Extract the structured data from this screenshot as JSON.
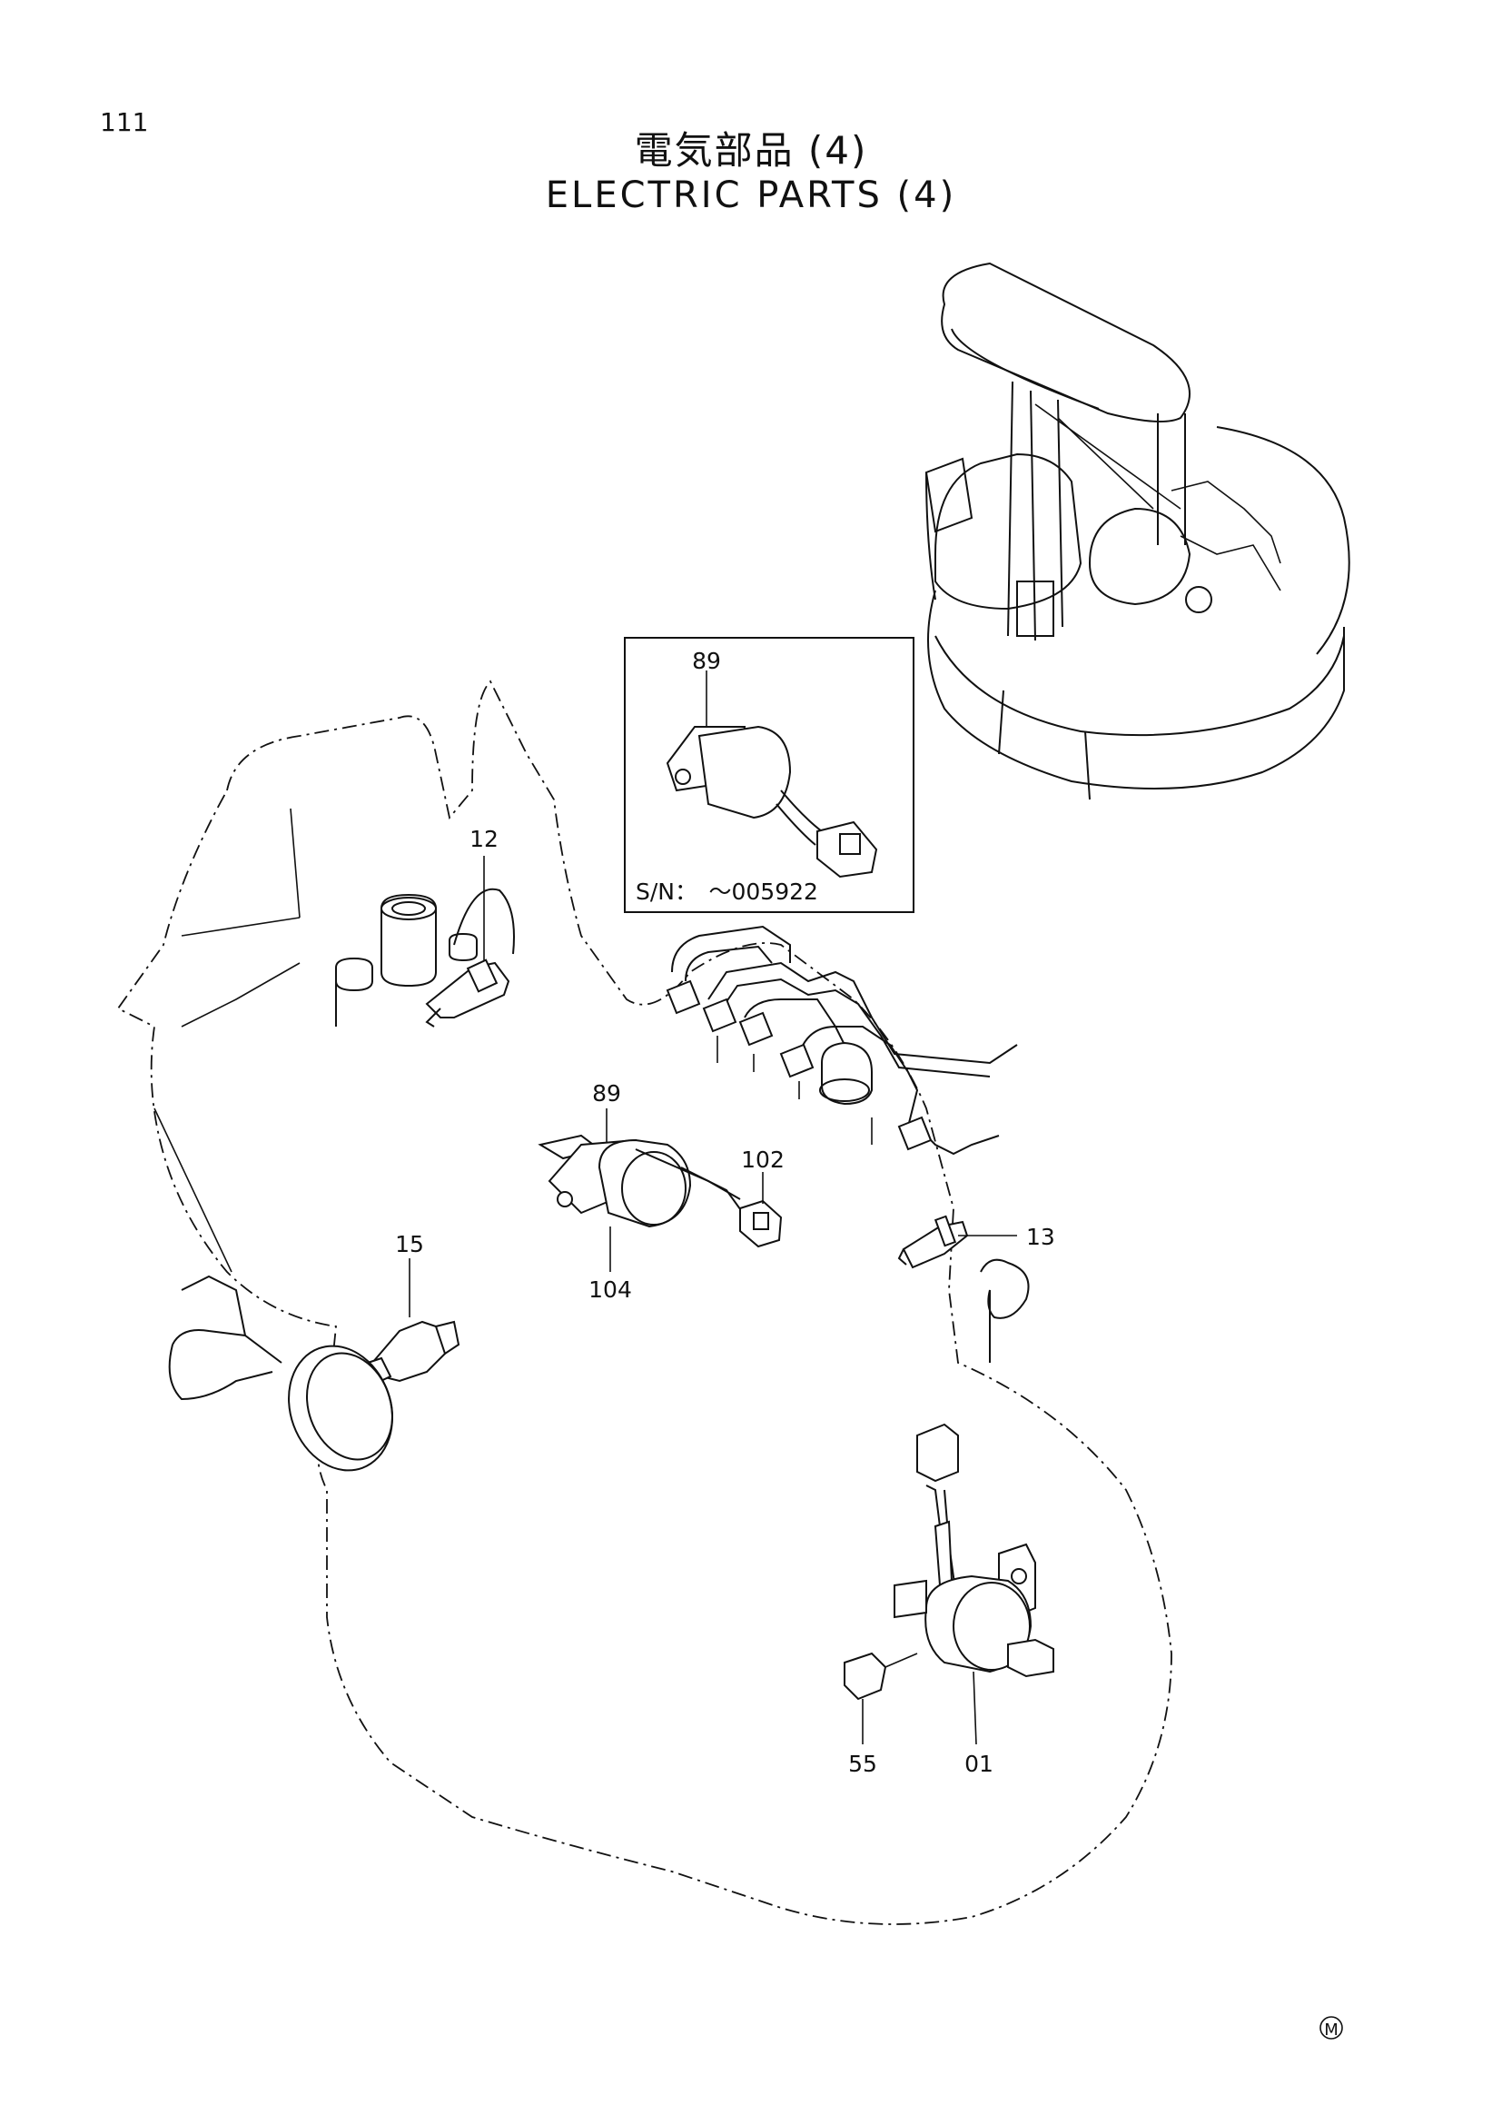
{
  "page": {
    "number": "111",
    "title_jp": "電気部品 (4)",
    "title_en": "ELECTRIC PARTS (4)"
  },
  "inset": {
    "part_label": "89",
    "serial_note": "S/N：　～005922"
  },
  "callouts": {
    "p12": "12",
    "p89": "89",
    "p102": "102",
    "p104": "104",
    "p13": "13",
    "p15": "15",
    "p55": "55",
    "p01": "01"
  },
  "mark": "M"
}
